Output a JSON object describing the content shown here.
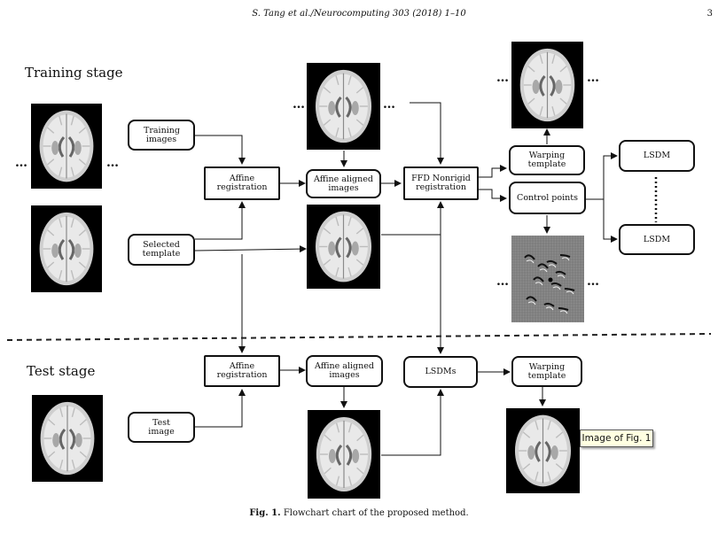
{
  "header": {
    "running_head": "S. Tang et al./Neurocomputing 303 (2018) 1–10",
    "page_number": "3"
  },
  "figure": {
    "training_stage_label": "Training stage",
    "test_stage_label": "Test stage",
    "boxes": {
      "training_images": "Training images",
      "selected_template": "Selected template",
      "affine_registration": "Affine registration",
      "affine_aligned_images": "Affine aligned images",
      "ffd_nonrigid": "FFD Nonrigid registration",
      "warping_template": "Warping template",
      "control_points": "Control points",
      "lsdm_top": "LSDM",
      "lsdm_bottom": "LSDM",
      "test_affine_registration": "Affine registration",
      "test_affine_aligned_images": "Affine aligned images",
      "lsdms": "LSDMs",
      "test_warping_template": "Warping template",
      "test_image": "Test image"
    },
    "ellipsis": "…"
  },
  "caption": {
    "label": "Fig. 1.",
    "text": "Flowchart chart of the proposed method."
  },
  "tooltip": {
    "text": "Image of Fig. 1"
  }
}
